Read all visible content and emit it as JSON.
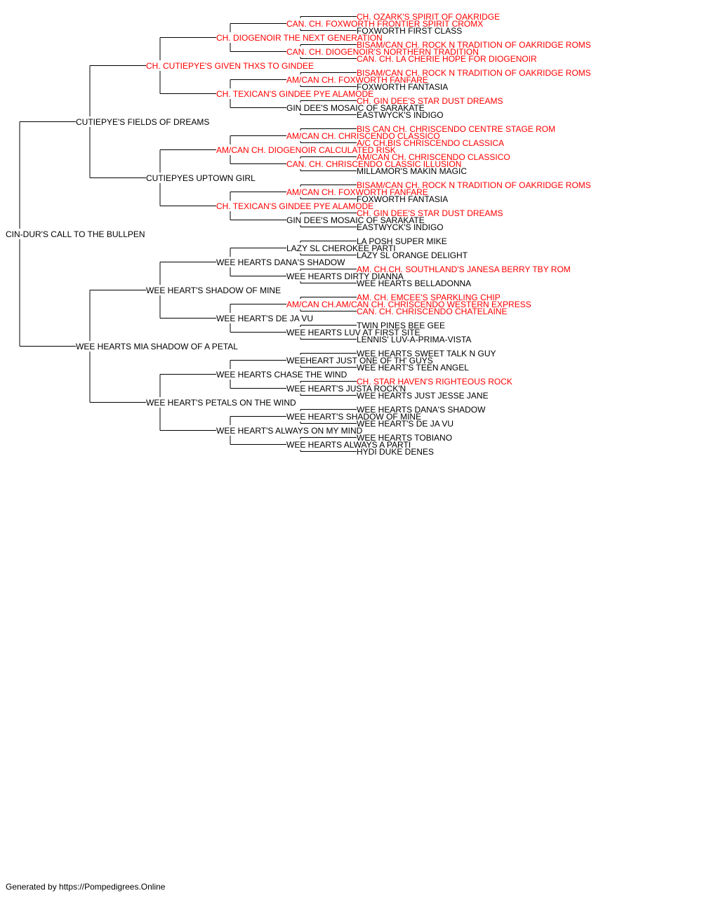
{
  "colors": {
    "champion": "#ff0000",
    "normal": "#000000",
    "line": "#000000"
  },
  "pedigree": {
    "name": "CIN-DUR'S CALL TO THE BULLPEN",
    "champion": false,
    "sire": {
      "name": "CUTIEPYE'S FIELDS OF DREAMS",
      "champion": false,
      "sire": {
        "name": "CH. CUTIEPYE'S GIVEN THXS TO GINDEE",
        "champion": true,
        "sire": {
          "name": "CH. DIOGENOIR THE NEXT GENERATION",
          "champion": true,
          "sire": {
            "name": "CAN. CH. FOXWORTH FRONTIER SPIRIT CROMX",
            "champion": true,
            "sire": {
              "name": "CH. OZARK'S SPIRIT OF OAKRIDGE",
              "champion": true
            },
            "dam": {
              "name": "FOXWORTH FIRST CLASS",
              "champion": false
            }
          },
          "dam": {
            "name": "CAN. CH. DIOGENOIR'S NORTHERN TRADITION",
            "champion": true,
            "sire": {
              "name": "BISAM/CAN CH. ROCK N TRADITION OF OAKRIDGE ROMS",
              "champion": true
            },
            "dam": {
              "name": "CAN. CH. LA CHERIE HOPE FOR DIOGENOIR",
              "champion": true
            }
          }
        },
        "dam": {
          "name": "CH. TEXICAN'S GINDEE PYE ALAMODE",
          "champion": true,
          "sire": {
            "name": "AM/CAN CH. FOXWORTH FANFARE",
            "champion": true,
            "sire": {
              "name": "BISAM/CAN CH. ROCK N TRADITION OF OAKRIDGE ROMS",
              "champion": true
            },
            "dam": {
              "name": "FOXWORTH FANTASIA",
              "champion": false
            }
          },
          "dam": {
            "name": "GIN DEE'S MOSAIC OF SARAKATE",
            "champion": false,
            "sire": {
              "name": "CH. GIN DEE'S STAR DUST DREAMS",
              "champion": true
            },
            "dam": {
              "name": "EASTWYCK'S INDIGO",
              "champion": false
            }
          }
        }
      },
      "dam": {
        "name": "CUTIEPYES UPTOWN GIRL",
        "champion": false,
        "sire": {
          "name": "AM/CAN CH. DIOGENOIR CALCULATED RISK",
          "champion": true,
          "sire": {
            "name": "AM/CAN CH. CHRISCENDO CLASSICO",
            "champion": true,
            "sire": {
              "name": "BIS CAN CH. CHRISCENDO CENTRE STAGE ROM",
              "champion": true
            },
            "dam": {
              "name": "A/C CH.BIS CHRISCENDO CLASSICA",
              "champion": true
            }
          },
          "dam": {
            "name": "CAN. CH. CHRISCENDO CLASSIC ILLUSION",
            "champion": true,
            "sire": {
              "name": "AM/CAN CH. CHRISCENDO CLASSICO",
              "champion": true
            },
            "dam": {
              "name": "MILLAMOR'S MAKIN MAGIC",
              "champion": false
            }
          }
        },
        "dam": {
          "name": "CH. TEXICAN'S GINDEE PYE ALAMODE",
          "champion": true,
          "sire": {
            "name": "AM/CAN CH. FOXWORTH FANFARE",
            "champion": true,
            "sire": {
              "name": "BISAM/CAN CH. ROCK N TRADITION OF OAKRIDGE ROMS",
              "champion": true
            },
            "dam": {
              "name": "FOXWORTH FANTASIA",
              "champion": false
            }
          },
          "dam": {
            "name": "GIN DEE'S MOSAIC OF SARAKATE",
            "champion": false,
            "sire": {
              "name": "CH. GIN DEE'S STAR DUST DREAMS",
              "champion": true
            },
            "dam": {
              "name": "EASTWYCK'S INDIGO",
              "champion": false
            }
          }
        }
      }
    },
    "dam": {
      "name": "WEE HEARTS MIA SHADOW OF A PETAL",
      "champion": false,
      "sire": {
        "name": "WEE HEART'S SHADOW OF MINE",
        "champion": false,
        "sire": {
          "name": "WEE HEARTS DANA'S SHADOW",
          "champion": false,
          "sire": {
            "name": "LAZY SL CHEROKEE PARTI",
            "champion": false,
            "sire": {
              "name": "LA POSH SUPER MIKE",
              "champion": false
            },
            "dam": {
              "name": "LAZY SL ORANGE DELIGHT",
              "champion": false
            }
          },
          "dam": {
            "name": "WEE HEARTS DIRTY DIANNA",
            "champion": false,
            "sire": {
              "name": "AM. CH.CH. SOUTHLAND'S JANESA BERRY TBY ROM",
              "champion": true
            },
            "dam": {
              "name": "WEE HEARTS BELLADONNA",
              "champion": false
            }
          }
        },
        "dam": {
          "name": "WEE HEART'S DE JA VU",
          "champion": false,
          "sire": {
            "name": "AM/CAN CH.AM/CAN CH. CHRISCENDO WESTERN EXPRESS",
            "champion": true,
            "sire": {
              "name": "AM. CH. EMCEE'S SPARKLING CHIP",
              "champion": true
            },
            "dam": {
              "name": "CAN. CH. CHRISCENDO CHATELAINE",
              "champion": true
            }
          },
          "dam": {
            "name": "WEE HEARTS LUV AT FIRST SITE",
            "champion": false,
            "sire": {
              "name": "TWIN PINES BEE GEE",
              "champion": false
            },
            "dam": {
              "name": "LENNIS' LUV-A-PRIMA-VISTA",
              "champion": false
            }
          }
        }
      },
      "dam": {
        "name": "WEE HEART'S PETALS ON THE WIND",
        "champion": false,
        "sire": {
          "name": "WEE HEARTS CHASE THE WIND",
          "champion": false,
          "sire": {
            "name": "WEEHEART JUST ONE OF TH' GUYS",
            "champion": false,
            "sire": {
              "name": "WEE HEARTS SWEET TALK N GUY",
              "champion": false
            },
            "dam": {
              "name": "WEE HEART'S TEEN ANGEL",
              "champion": false
            }
          },
          "dam": {
            "name": "WEE HEART'S JUSTA ROCK'N",
            "champion": false,
            "sire": {
              "name": "CH. STAR HAVEN'S RIGHTEOUS ROCK",
              "champion": true
            },
            "dam": {
              "name": "WEE HEARTS JUST JESSE JANE",
              "champion": false
            }
          }
        },
        "dam": {
          "name": "WEE HEART'S ALWAYS ON MY MIND",
          "champion": false,
          "sire": {
            "name": "WEE HEART'S SHADOW OF MINE",
            "champion": false,
            "sire": {
              "name": "WEE HEARTS DANA'S SHADOW",
              "champion": false
            },
            "dam": {
              "name": "WEE HEART'S DE JA VU",
              "champion": false
            }
          },
          "dam": {
            "name": "WEE HEARTS ALWAYS A PARTI",
            "champion": false,
            "sire": {
              "name": "WEE HEARTS TOBIANO",
              "champion": false
            },
            "dam": {
              "name": "HYDI DUKE DENES",
              "champion": false
            }
          }
        }
      }
    }
  },
  "footer": {
    "text": "Generated by https://Pompedigrees.Online"
  }
}
